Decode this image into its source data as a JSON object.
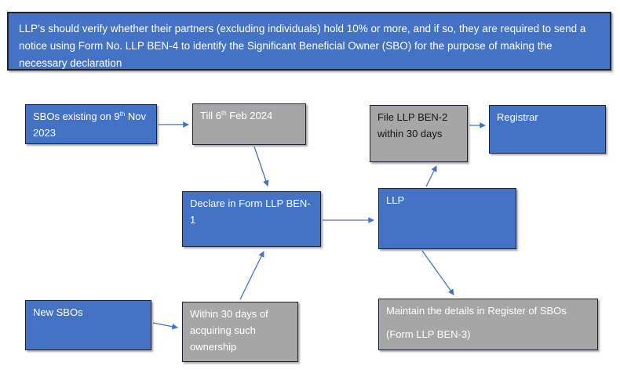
{
  "banner": {
    "text": "LLP’s should verify whether their partners (excluding individuals) hold 10% or more, and if so, they are required to send a notice using Form No. LLP BEN-4 to identify the Significant Beneficial Owner (SBO) for the purpose of making the necessary declaration"
  },
  "nodes": {
    "sbo_existing": {
      "runs": [
        {
          "t": "SBOs existing on 9"
        },
        {
          "t": "th",
          "sup": true
        },
        {
          "t": " Nov\n2023"
        }
      ]
    },
    "till_feb": {
      "runs": [
        {
          "t": "Till 6"
        },
        {
          "t": "th",
          "sup": true
        },
        {
          "t": " Feb 2024"
        }
      ]
    },
    "file_ben2": {
      "label": "File LLP BEN-2\nwithin 30 days"
    },
    "registrar": {
      "label": "Registrar"
    },
    "declare_ben1": {
      "label": "Declare in Form LLP BEN-1"
    },
    "llp": {
      "label": "LLP"
    },
    "new_sbos": {
      "label": "New SBOs"
    },
    "within_30": {
      "label": "Within 30 days of\nacquiring such\nownership"
    },
    "maintain_register": {
      "label": "Maintain the details in Register of SBOs\n\n(Form LLP BEN-3)"
    }
  },
  "colors": {
    "box_blue": "#4472C4",
    "box_gray": "#A6A6A6",
    "border_dark": "#1C2433",
    "arrow_blue": "#4472C4",
    "text_light": "#FFFFFF",
    "text_dark": "#141414"
  }
}
